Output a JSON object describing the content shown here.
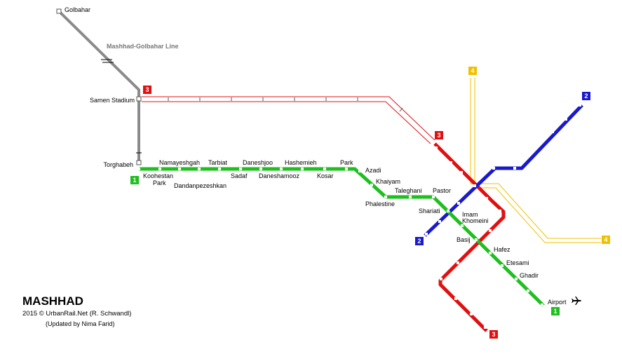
{
  "title": "MASHHAD",
  "credit": "2015 © UrbanRail.Net (R. Schwandl)",
  "updated_by": "(Updated by Nima Farid)",
  "colors": {
    "line1": "#1fbf1f",
    "line2": "#1a1acc",
    "line3": "#e01010",
    "line4": "#f0c000",
    "golbahar": "#8a8a8a",
    "line3_planned": "#e01010",
    "line4_planned": "#f0c000"
  },
  "lines": {
    "line1": {
      "label": "1"
    },
    "line2": {
      "label": "2"
    },
    "line3": {
      "label": "3"
    },
    "line4": {
      "label": "4"
    },
    "golbahar": {
      "label": "Mashhad-Golbahar Line"
    }
  },
  "stations": {
    "golbahar": "Golbahar",
    "samen_stadium": "Samen Stadium",
    "torghabeh": "Torghabeh",
    "koohestan_park": "Koohestan\nPark",
    "namayeshgah": "Namayeshgah",
    "dandanpezeshkan": "Dandanpezeshkan",
    "tarbiat": "Tarbiat",
    "sadaf": "Sadaf",
    "daneshjoo": "Daneshjoo",
    "daneshamooz": "Daneshamooz",
    "hashemieh": "Hashemieh",
    "kosar": "Kosar",
    "park": "Park",
    "azadi": "Azadi",
    "khaiyam": "Khaiyam",
    "phalestine": "Phalestine",
    "taleghani": "Taleghani",
    "pastor": "Pastor",
    "shariati": "Shariati",
    "imam_khomeini": "Imam\nKhomeini",
    "basij": "Basij",
    "hafez": "Hafez",
    "etesami": "Etesami",
    "ghadir": "Ghadir",
    "airport": "Airport"
  },
  "icons": {
    "airport": "airplane-icon"
  }
}
